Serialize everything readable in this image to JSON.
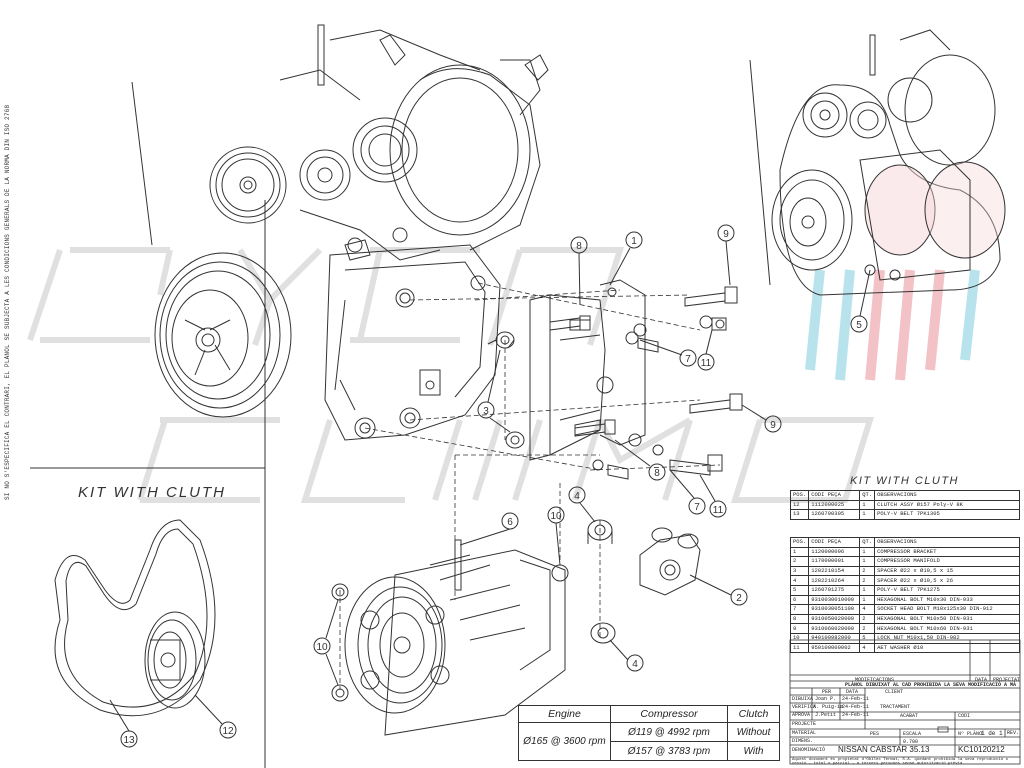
{
  "side_note": "SI NO S'ESPECIFICA EL CONTRARI, EL PLÀNOL SE SUBJECTA A LES CONDICIONS GENERALS DE LA NORMA DIN ISO 2768",
  "callouts": {
    "c1": "1",
    "c2": "2",
    "c3": "3",
    "c4a": "4",
    "c4b": "4",
    "c5": "5",
    "c6": "6",
    "c7a": "7",
    "c7b": "7",
    "c8a": "8",
    "c8b": "8",
    "c9a": "9",
    "c9b": "9",
    "c10a": "10",
    "c10b": "10",
    "c11a": "11",
    "c11b": "11",
    "c12": "12",
    "c13": "13"
  },
  "kit_left_title": "KIT WITH CLUTH",
  "kit_right_title": "KIT WITH CLUTH",
  "kit_table": {
    "headers": [
      "POS.",
      "CODI PEÇA",
      "QT.",
      "OBSERVACIONS"
    ],
    "rows": [
      [
        "12",
        "1112000025",
        "1",
        "CLUTCH ASSY Ø157 Poly-V 8K"
      ],
      [
        "13",
        "1260700305",
        "1",
        "POLY-V BELT 7PK1305"
      ]
    ]
  },
  "parts_table": {
    "headers": [
      "POS.",
      "CODI PEÇA",
      "QT.",
      "OBSERVACIONS"
    ],
    "rows": [
      [
        "1",
        "1120000096",
        "1",
        "COMPRESSOR BRACKET"
      ],
      [
        "2",
        "1170000001",
        "1",
        "COMPRESSOR MANIFOLD"
      ],
      [
        "3",
        "1202210154",
        "2",
        "SPACER Ø22 x Ø10,5 x 15"
      ],
      [
        "4",
        "1202210264",
        "2",
        "SPACER Ø22 x Ø10,5 x 26"
      ],
      [
        "5",
        "1260701275",
        "1",
        "POLY-V BELT 7PK1275"
      ],
      [
        "6",
        "9310030010000",
        "1",
        "HEXAGONAL BOLT M10x30 DIN-933"
      ],
      [
        "7",
        "9310030051100",
        "4",
        "SOCKET HEAD BOLT M10x125x30 DIN-912"
      ],
      [
        "8",
        "9310050020000",
        "2",
        "HEXAGONAL BOLT M10x50 DIN-931"
      ],
      [
        "9",
        "9310060020000",
        "2",
        "HEXAGONAL BOLT M10x60 DIN-931"
      ],
      [
        "10",
        "940100982000",
        "5",
        "LOCK NUT M10x1,50 DIN-982"
      ],
      [
        "11",
        "950100000002",
        "4",
        "AET WASHER Ø10"
      ]
    ]
  },
  "spec_table": {
    "headers": [
      "Engine",
      "Compressor",
      "Clutch"
    ],
    "rows": [
      [
        "Ø165 @ 3600 rpm",
        "Ø119 @ 4992 rpm",
        "Without"
      ],
      [
        "",
        "Ø157 @ 3783 rpm",
        "With"
      ]
    ]
  },
  "title_block": {
    "modificacions": "MODIFICACIONS",
    "data": "DATA",
    "projectat": "PROJECTAT",
    "notice": "PLÀNOL DIBUIXAT AL CAD PROHIBIDA LA SEVA MODIFICACIÓ A MÀ",
    "col_per": "PER",
    "col_data": "DATA",
    "client": "CLIENT",
    "dibuixa": "DIBUIXA",
    "dibuixa_per": "Joan P.",
    "dibuixa_data": "24-Feb-11",
    "verifica": "VERIFICA",
    "verifica_per": "X. Puig-iø",
    "verifica_data": "24-Feb-11",
    "aprova": "APROVA",
    "aprova_per": "J.Petit",
    "aprova_data": "24-Feb-11",
    "tractament": "TRACTAMENT",
    "projecte": "PROJECTE",
    "acabat": "ACABAT",
    "codi": "CODI",
    "material": "MATERIAL",
    "dimens": "DIMENS.",
    "pes": "PES",
    "escala": "ESCALA",
    "escala_val": "0.700",
    "denominacio": "DENOMINACIÓ",
    "denominacio_val": "NISSAN CABSTAR 35.13",
    "planol_n": "Nº PLÀNOL",
    "planol_val": "KC10120212",
    "full": "1 de 1",
    "rev": "REV.",
    "footer": "Aquest document és propietat d'Òbilex Termat, S.A. quedant prohibida la seva reproducció o cessió - total o parcial - a tercers persones sense autorització prèvia."
  },
  "watermark": "SYSTEM CLIMA",
  "colors": {
    "line": "#333333",
    "wm_gray": "#dddddd",
    "accent_blue": "#a8dde8",
    "accent_red": "#f0b4b8"
  }
}
